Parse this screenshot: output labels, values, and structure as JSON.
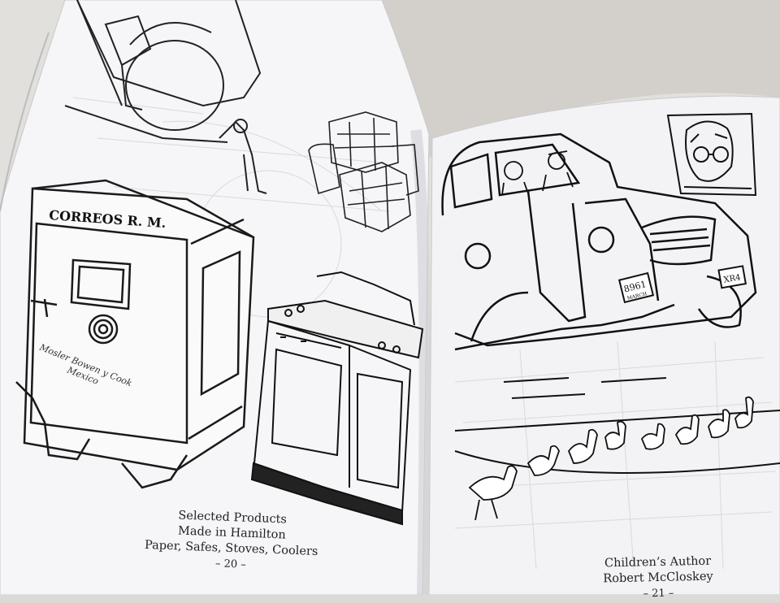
{
  "left_page": {
    "safe_label_top": "CORREOS R. M.",
    "safe_label_maker": "Mosler Bowen y Cook",
    "safe_label_country": "Mexico",
    "caption_lines": [
      "Selected Products",
      "Made in Hamilton",
      "Paper, Safes, Stoves, Coolers"
    ],
    "page_number": "– 20 –"
  },
  "right_page": {
    "plate_left": "8961",
    "plate_left_sub": "MARCH",
    "plate_right": "XR4",
    "caption_lines": [
      "Children’s Author",
      "Robert McCloskey"
    ],
    "page_number": "– 21 –"
  }
}
